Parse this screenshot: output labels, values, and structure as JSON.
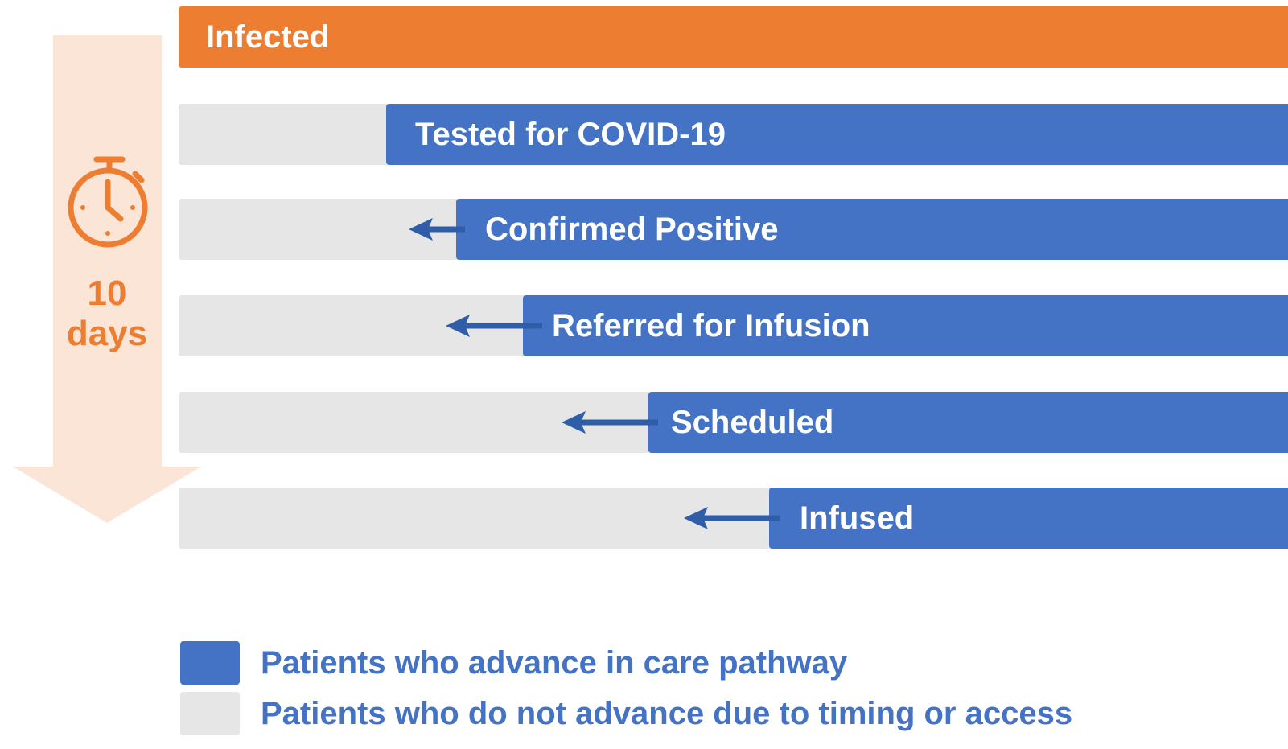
{
  "duration": {
    "number": "10",
    "unit": "days"
  },
  "colors": {
    "advance": "#4472C4",
    "not_advance": "#E6E6E6",
    "infected": "#ED7D31",
    "timeline": "#FBE5D6",
    "accent_text": "#ED7D31",
    "arrow": "#2F5DA8"
  },
  "stages": [
    {
      "label": "Infected",
      "type": "infected"
    },
    {
      "label": "Tested for COVID-19",
      "type": "advance"
    },
    {
      "label": "Confirmed Positive",
      "type": "advance"
    },
    {
      "label": "Referred for Infusion",
      "type": "advance"
    },
    {
      "label": "Scheduled",
      "type": "advance"
    },
    {
      "label": "Infused",
      "type": "advance"
    }
  ],
  "legend": [
    {
      "label": "Patients who advance in care pathway",
      "color": "#4472C4"
    },
    {
      "label": "Patients who do not advance due to timing or access",
      "color": "#E6E6E6"
    }
  ],
  "icons": {
    "timer": "stopwatch-icon",
    "dropout": "left-arrow-icon",
    "timeline": "down-arrow-icon"
  }
}
